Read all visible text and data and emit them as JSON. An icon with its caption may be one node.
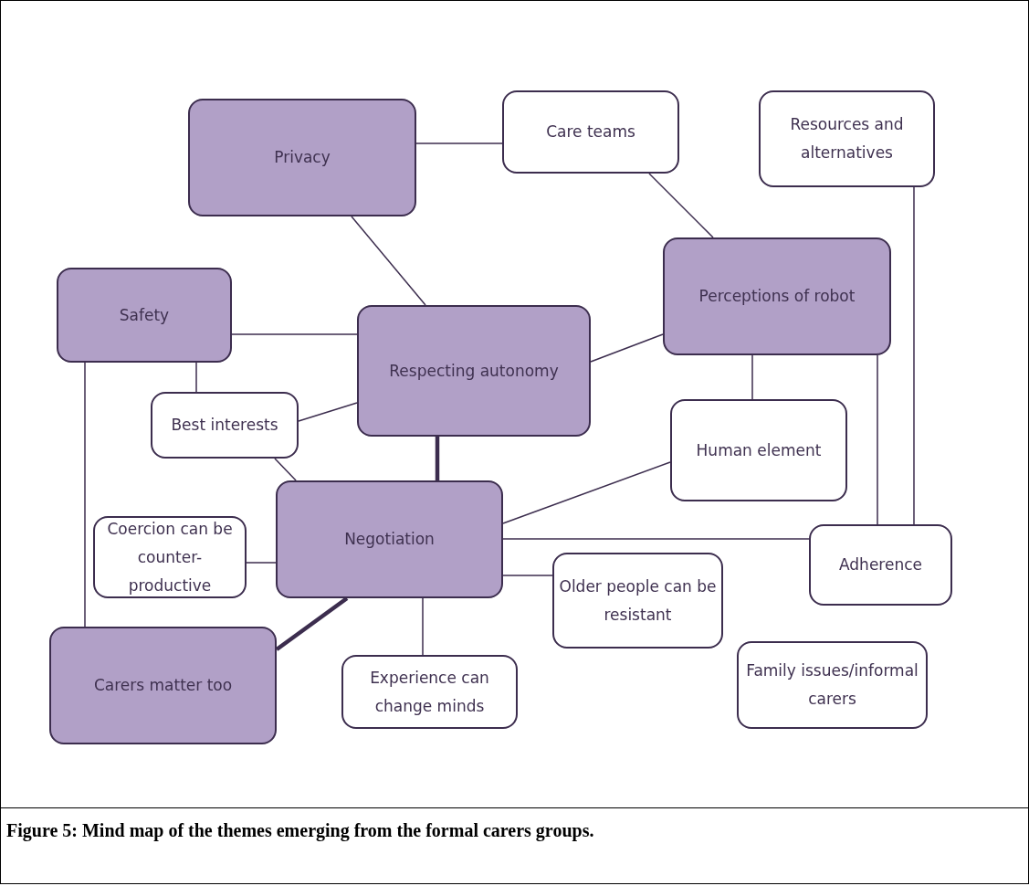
{
  "diagram": {
    "caption": "Figure 5: Mind map of the themes emerging from the formal carers groups.",
    "nodes": [
      {
        "text": [
          "Privacy"
        ]
      },
      {
        "text": [
          "Care teams"
        ]
      },
      {
        "text": [
          "Resources and alternatives"
        ]
      },
      {
        "text": [
          "Safety"
        ]
      },
      {
        "text": [
          "Respecting autonomy"
        ]
      },
      {
        "text": [
          "Perceptions of robot"
        ]
      },
      {
        "text": [
          "Best interests"
        ]
      },
      {
        "text": [
          "Human element"
        ]
      },
      {
        "text": [
          "Coercion can be counter-productive"
        ]
      },
      {
        "text": [
          "Negotiation"
        ]
      },
      {
        "text": [
          "Adherence"
        ]
      },
      {
        "text": [
          "Older people can be resistant"
        ]
      },
      {
        "text": [
          "Carers matter too"
        ]
      },
      {
        "text": [
          "Experience can change minds"
        ]
      },
      {
        "text": [
          "Family issues/informal carers"
        ]
      }
    ],
    "edges": [
      {
        "from": 0,
        "to": 1,
        "arrow": "none"
      },
      {
        "from": 1,
        "to": 5,
        "arrow": "none"
      },
      {
        "from": 0,
        "to": 4,
        "arrow": "none"
      },
      {
        "from": 3,
        "to": 4,
        "arrow": "none"
      },
      {
        "from": 4,
        "to": 5,
        "arrow": "none"
      },
      {
        "from": 3,
        "to": 6,
        "arrow": "none"
      },
      {
        "from": 6,
        "to": 4,
        "arrow": "none"
      },
      {
        "from": 5,
        "to": 7,
        "arrow": "none"
      },
      {
        "from": 4,
        "to": 9,
        "arrow": "none",
        "style": "thick"
      },
      {
        "from": 6,
        "to": 9,
        "arrow": "none"
      },
      {
        "from": 9,
        "to": 7,
        "arrow": "none"
      },
      {
        "from": 9,
        "to": 10,
        "arrow": "none"
      },
      {
        "from": 5,
        "to": 10,
        "arrow": "none"
      },
      {
        "from": 2,
        "to": 10,
        "arrow": "none"
      },
      {
        "from": 8,
        "to": 9,
        "arrow": "none"
      },
      {
        "from": 9,
        "to": 11,
        "arrow": "none"
      },
      {
        "from": 9,
        "to": 13,
        "arrow": "none"
      },
      {
        "from": 9,
        "to": 12,
        "arrow": "none",
        "style": "thick"
      },
      {
        "from": 3,
        "to": 12,
        "arrow": "none"
      }
    ]
  }
}
